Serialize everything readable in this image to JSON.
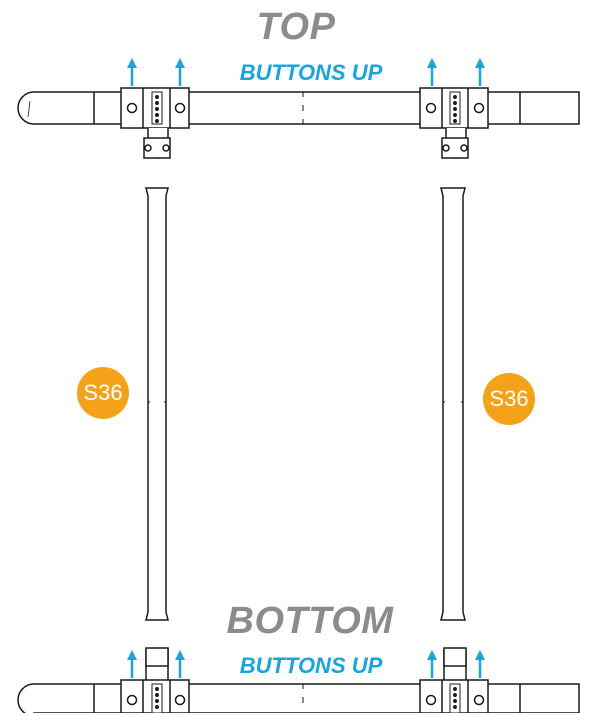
{
  "top_section": {
    "title": "TOP",
    "subtitle": "BUTTONS UP"
  },
  "bottom_section": {
    "title": "BOTTOM",
    "subtitle": "BUTTONS UP"
  },
  "part_labels": [
    "S36",
    "S36"
  ],
  "colors": {
    "accent_blue": "#1aa3dc",
    "badge_orange": "#f5a21b",
    "title_gray": "#8c8c8c",
    "line": "#1a1a1a"
  },
  "icons": {
    "direction": "up-arrow-icon"
  }
}
